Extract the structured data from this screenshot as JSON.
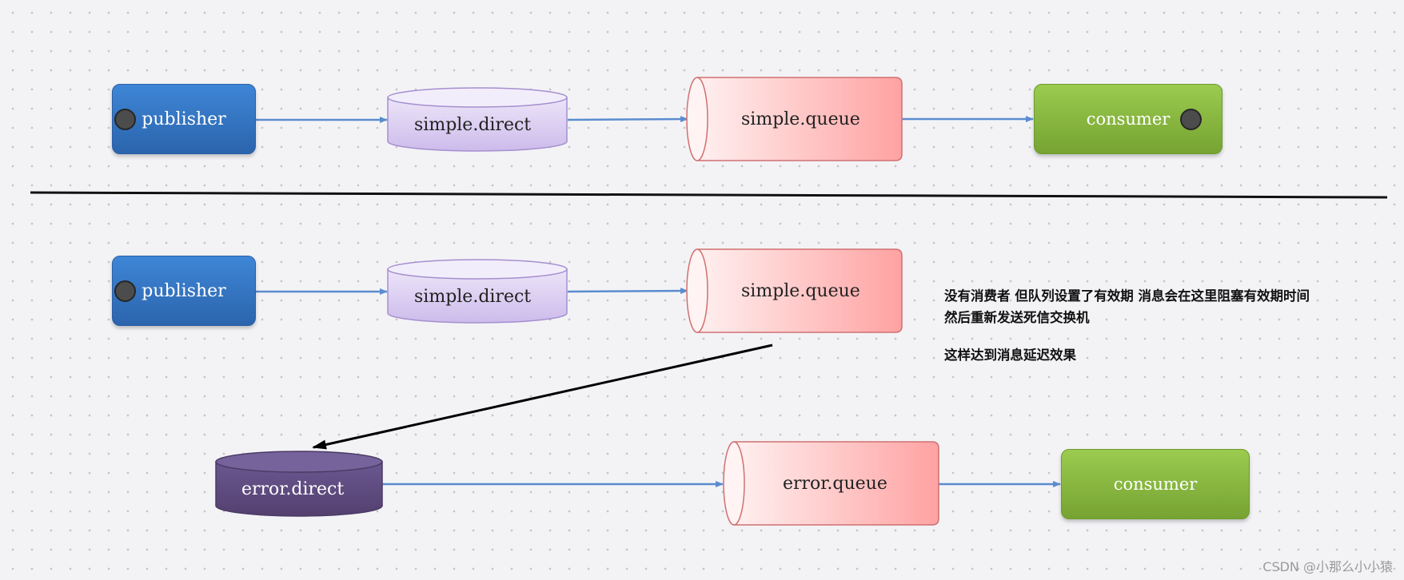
{
  "top_flow": {
    "publisher": "publisher",
    "exchange": "simple.direct",
    "queue": "simple.queue",
    "consumer": "consumer"
  },
  "bottom_flow": {
    "publisher": "publisher",
    "exchange": "simple.direct",
    "queue": "simple.queue",
    "dead_letter_exchange": "error.direct",
    "dead_letter_queue": "error.queue",
    "consumer": "consumer"
  },
  "note": {
    "line1": "没有消费者 但队列设置了有效期 消息会在这里阻塞有效期时间",
    "line2": "然后重新发送死信交换机",
    "line3": "这样达到消息延迟效果"
  },
  "watermark": "CSDN @小那么小小猿",
  "colors": {
    "publisher": "#3a7fd0",
    "consumer": "#8dbb45",
    "exchange": "#d6c8f0",
    "queue": "#ffb0b0",
    "dead_letter_exchange": "#5e4a7e",
    "connector": "#5b8ccf"
  }
}
